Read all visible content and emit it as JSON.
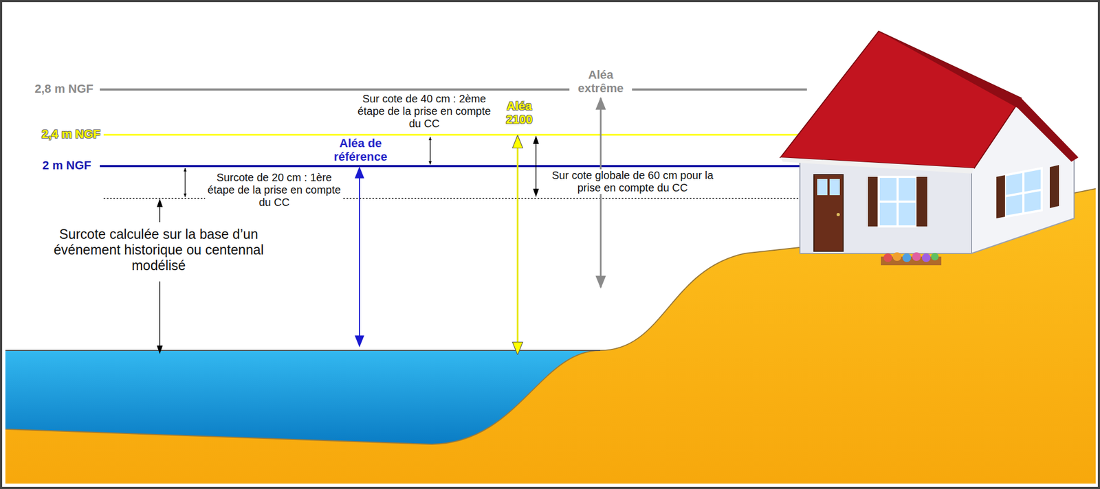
{
  "diagram": {
    "labels": [
      "2,8 m NGF",
      "Aléa extrême",
      "Sur cote de 40 cm : 2ème étape de la prise en compte du CC",
      "Aléa 2100",
      "2,4 m NGF",
      "Aléa de référence",
      "2 m NGF",
      "Sur cote globale de 60 cm pour la prise en compte du CC",
      "Surcote de 20 cm : 1ère étape de la prise en compte du CC",
      "Surcote calculée sur la base d’un événement historique ou centennal modélisé"
    ]
  }
}
